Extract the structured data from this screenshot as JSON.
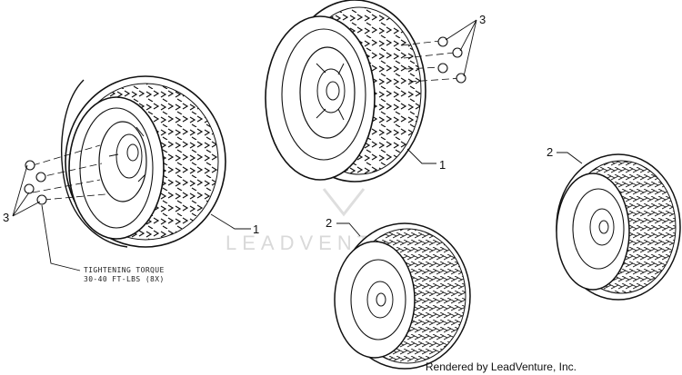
{
  "callouts": {
    "tire_assembly": "1",
    "front_tire_assembly": "2",
    "lug_nut": "3"
  },
  "torque_note": {
    "line1": "TIGHTENING TORQUE",
    "line2": "30-40 FT-LBS (8X)"
  },
  "watermark": "LEADVENTURE",
  "credit": "Rendered by LeadVenture, Inc.",
  "colors": {
    "line": "#111111",
    "watermark": "#d9d9d9"
  }
}
